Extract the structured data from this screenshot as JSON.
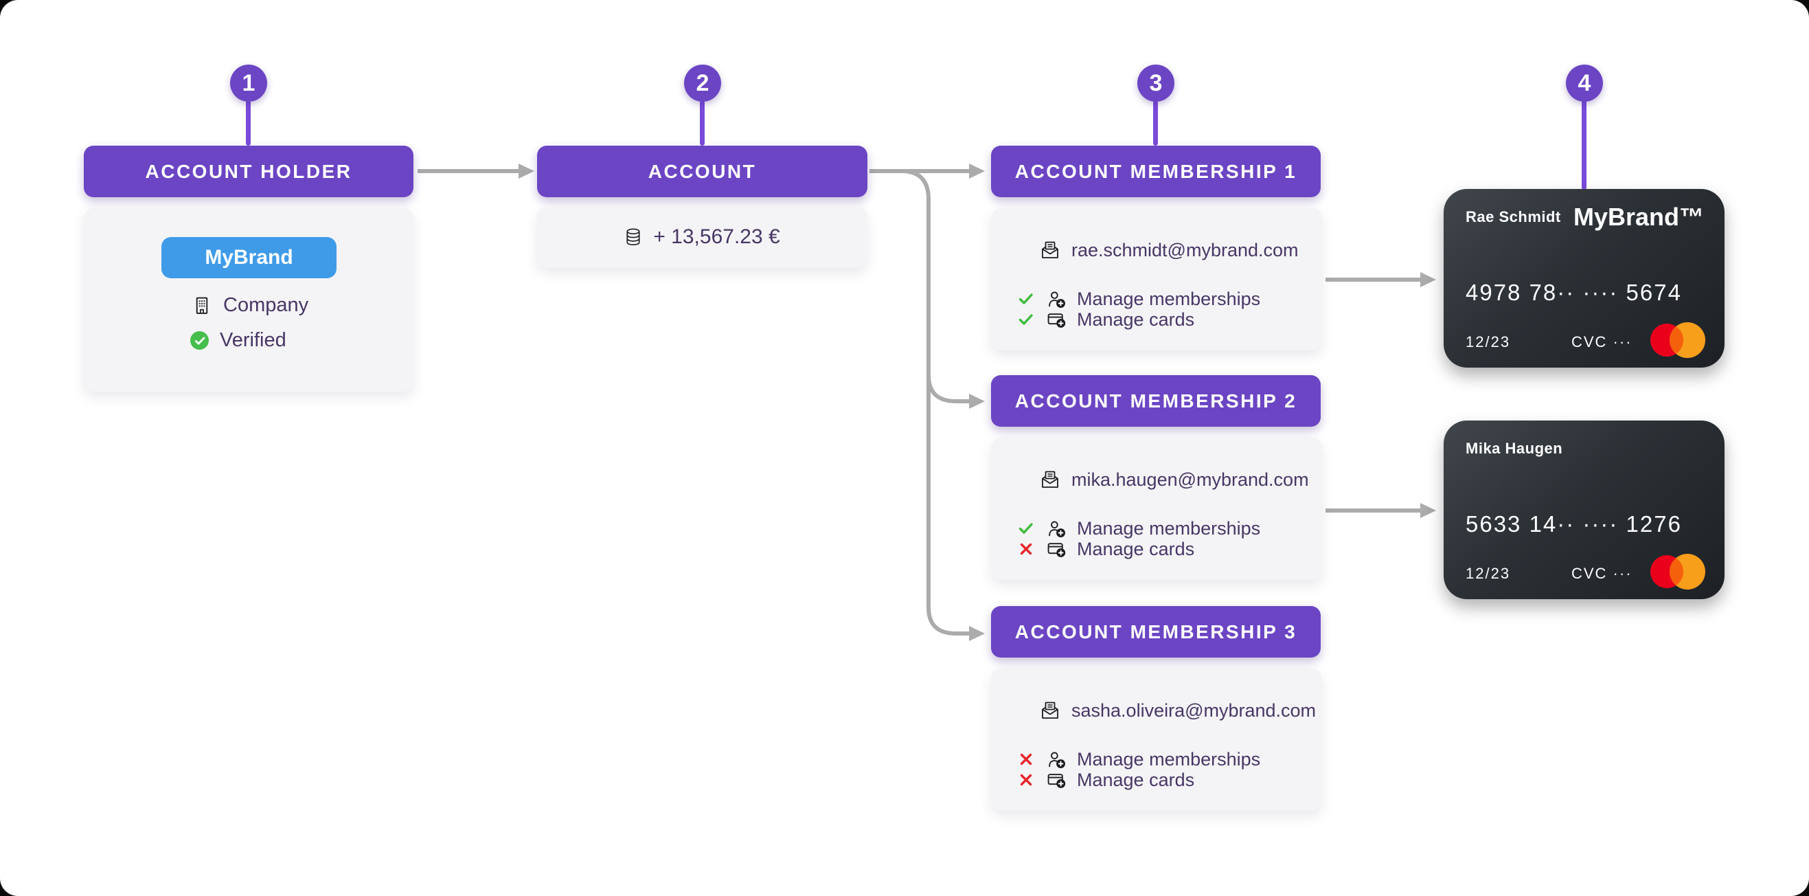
{
  "colors": {
    "purple": "#6B45C4",
    "stem": "#7A4BD9",
    "blue": "#3F9BE8",
    "green": "#46BE4C",
    "check_green": "#3FBB3F",
    "red": "#E8262B",
    "arrow": "#ABABAB",
    "ink": "#483666",
    "cardbg": "#F4F4F6"
  },
  "steps": {
    "labels": [
      "1",
      "2",
      "3",
      "4"
    ]
  },
  "account_holder": {
    "title": "ACCOUNT HOLDER",
    "brand_badge": "MyBrand",
    "entity_type": "Company",
    "status": "Verified"
  },
  "account": {
    "title": "ACCOUNT",
    "balance": "+ 13,567.23 €"
  },
  "memberships": [
    {
      "title": "ACCOUNT MEMBERSHIP 1",
      "email": "rae.schmidt@mybrand.com",
      "permissions": [
        {
          "label": "Manage memberships",
          "allowed": true
        },
        {
          "label": "Manage cards",
          "allowed": true
        }
      ]
    },
    {
      "title": "ACCOUNT MEMBERSHIP 2",
      "email": "mika.haugen@mybrand.com",
      "permissions": [
        {
          "label": "Manage memberships",
          "allowed": true
        },
        {
          "label": "Manage cards",
          "allowed": false
        }
      ]
    },
    {
      "title": "ACCOUNT MEMBERSHIP 3",
      "email": "sasha.oliveira@mybrand.com",
      "permissions": [
        {
          "label": "Manage memberships",
          "allowed": false
        },
        {
          "label": "Manage cards",
          "allowed": false
        }
      ]
    }
  ],
  "cards": [
    {
      "holder": "Rae Schmidt",
      "brand": "MyBrand™",
      "number": "4978 78·· ···· 5674",
      "expiry": "12/23",
      "cvc": "CVC ···"
    },
    {
      "holder": "Mika Haugen",
      "brand": "",
      "number": "5633 14·· ···· 1276",
      "expiry": "12/23",
      "cvc": "CVC ···"
    }
  ]
}
